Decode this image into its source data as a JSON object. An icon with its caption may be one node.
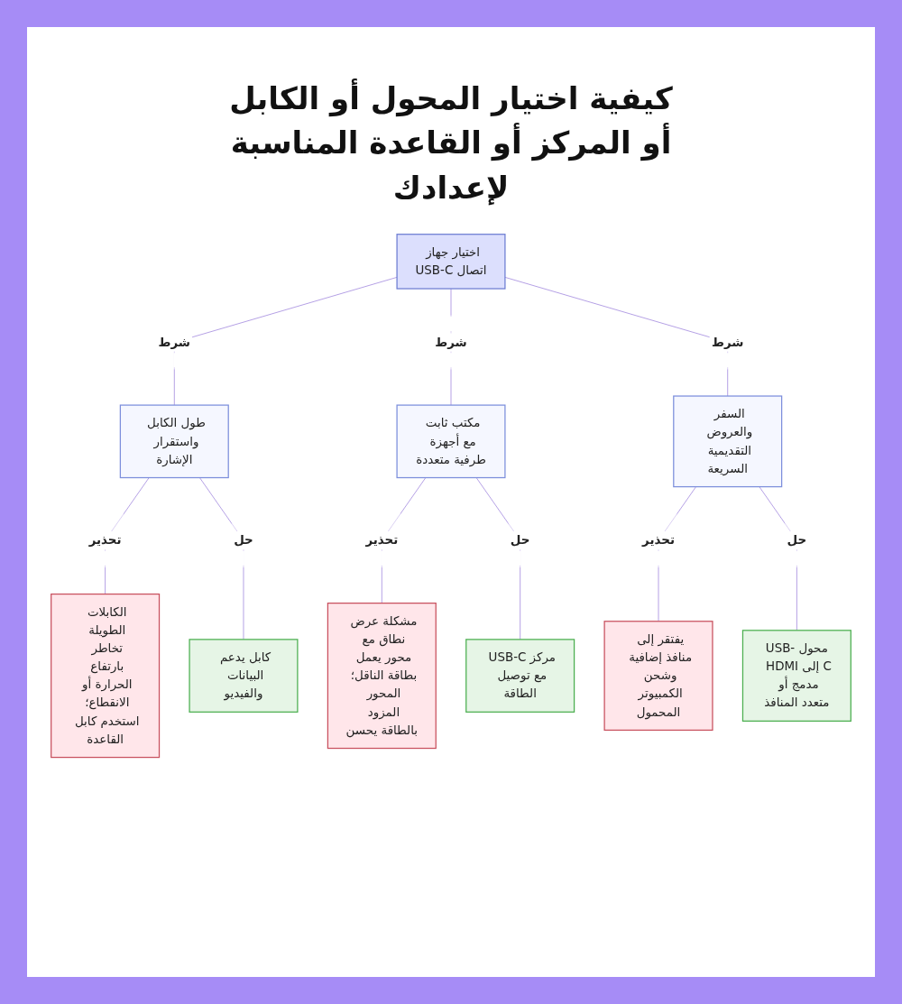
{
  "diagram": {
    "title": "كيفية اختيار المحول أو الكابل أو المركز أو القاعدة المناسبة لإعدادك",
    "nodes": [
      {
        "text": [
          "اختيار جهاز اتصال USB-C"
        ]
      },
      {
        "text": [
          "طول الكابل واستقرار الإشارة"
        ]
      },
      {
        "text": [
          "مكتب ثابت مع أجهزة طرفية متعددة"
        ]
      },
      {
        "text": [
          "السفر والعروض التقديمية السريعة"
        ]
      },
      {
        "text": [
          "الكابلات الطويلة تخاطر بارتفاع الحرارة أو الانقطاع؛ استخدم كابل القاعدة"
        ]
      },
      {
        "text": [
          "كابل يدعم البيانات والفيديو"
        ]
      },
      {
        "text": [
          "مشكلة عرض نطاق مع محور يعمل بطاقة الناقل؛ المحور المزود بالطاقة يحسن"
        ]
      },
      {
        "text": [
          "مركز USB-C مع توصيل الطاقة"
        ]
      },
      {
        "text": [
          "يفتقر إلى منافذ إضافية وشحن الكمبيوتر المحمول"
        ]
      },
      {
        "text": [
          "محول USB-C إلى HDMI مدمج أو متعدد المنافذ"
        ]
      }
    ],
    "edges": [
      {
        "from": 0,
        "to": 1,
        "arrow": "none",
        "label": "شرط"
      },
      {
        "from": 0,
        "to": 2,
        "arrow": "none",
        "label": "شرط"
      },
      {
        "from": 0,
        "to": 3,
        "arrow": "none",
        "label": "شرط"
      },
      {
        "from": 1,
        "to": 4,
        "arrow": "none",
        "label": "تحذير"
      },
      {
        "from": 1,
        "to": 5,
        "arrow": "none",
        "label": "حل"
      },
      {
        "from": 2,
        "to": 6,
        "arrow": "none",
        "label": "تحذير"
      },
      {
        "from": 2,
        "to": 7,
        "arrow": "none",
        "label": "حل"
      },
      {
        "from": 3,
        "to": 8,
        "arrow": "none",
        "label": "تحذير"
      },
      {
        "from": 3,
        "to": 9,
        "arrow": "none",
        "label": "حل"
      }
    ]
  }
}
